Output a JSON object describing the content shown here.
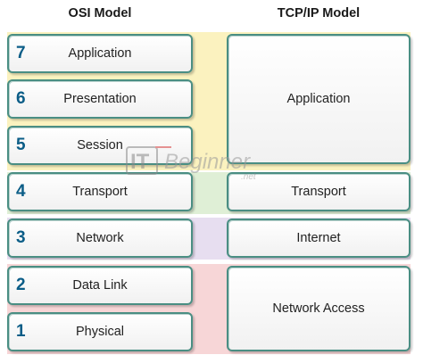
{
  "headings": {
    "osi": "OSI Model",
    "tcpip": "TCP/IP Model"
  },
  "osi_layers": [
    {
      "number": "7",
      "name": "Application"
    },
    {
      "number": "6",
      "name": "Presentation"
    },
    {
      "number": "5",
      "name": "Session"
    },
    {
      "number": "4",
      "name": "Transport"
    },
    {
      "number": "3",
      "name": "Network"
    },
    {
      "number": "2",
      "name": "Data Link"
    },
    {
      "number": "1",
      "name": "Physical"
    }
  ],
  "tcpip_layers": [
    {
      "name": "Application"
    },
    {
      "name": "Transport"
    },
    {
      "name": "Internet"
    },
    {
      "name": "Network Access"
    }
  ],
  "watermark": {
    "logo": "IT",
    "brand": "Beginner",
    "suffix": ".net"
  },
  "colors": {
    "box_border": "#4a8e83",
    "number_text": "#0b5d87",
    "band_application": "#fbf2bf",
    "band_transport": "#dfefd6",
    "band_internet": "#e7def0",
    "band_network_access": "#f7d6d7"
  }
}
